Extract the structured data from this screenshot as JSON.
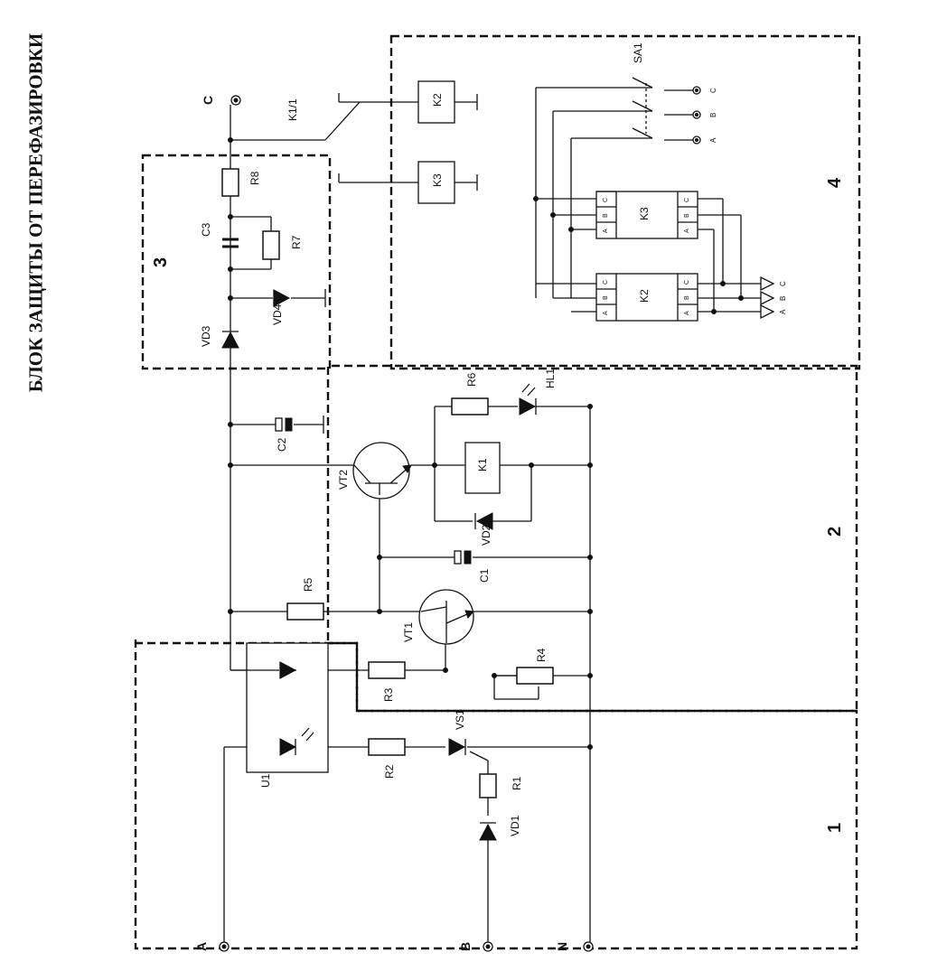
{
  "title": "БЛОК ЗАЩИТЫ ОТ ПЕРЕФАЗИРОВКИ",
  "terminals": {
    "a": "A",
    "b": "B",
    "n": "N",
    "c": "C"
  },
  "blocks": {
    "b1": "1",
    "b2": "2",
    "b3": "3",
    "b4": "4"
  },
  "components": {
    "u1": "U1",
    "r1": "R1",
    "r2": "R2",
    "r3": "R3",
    "r4": "R4",
    "r5": "R5",
    "r6": "R6",
    "r7": "R7",
    "r8": "R8",
    "vd1": "VD1",
    "vd2": "VD2",
    "vd3": "VD3",
    "vd4": "VD4",
    "vs1": "VS1",
    "vt1": "VT1",
    "vt2": "VT2",
    "c1": "C1",
    "c2": "C2",
    "c3": "C3",
    "k1": "K1",
    "k1_contact": "K1/1",
    "k2": "K2",
    "k3": "K3",
    "hl1": "HL1",
    "sa1": "SA1"
  },
  "phase_labels": {
    "a": "A",
    "b": "B",
    "c": "C"
  }
}
